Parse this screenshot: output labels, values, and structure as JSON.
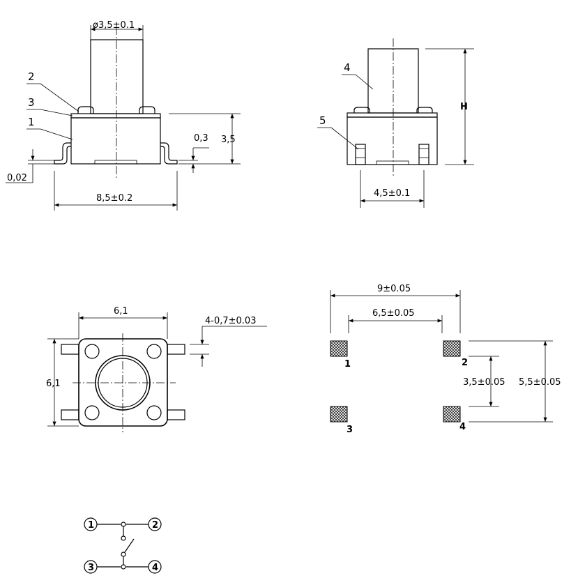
{
  "side_view": {
    "dia_stem": "ø3,5±0.1",
    "part_2": "2",
    "part_3": "3",
    "part_1": "1",
    "height_body": "3,5",
    "lead_thick": "0,3",
    "standoff": "0,02",
    "width_total": "8,5±0.2"
  },
  "front_view": {
    "part_4": "4",
    "part_5": "5",
    "height_total": "H",
    "pin_pitch": "4,5±0.1"
  },
  "top_view": {
    "body_width": "6,1",
    "body_height": "6,1",
    "pin_width": "4-0,7±0.03"
  },
  "footprint": {
    "outer_pitch_x": "9±0.05",
    "inner_pitch_x": "6,5±0.05",
    "inner_pitch_y": "3,5±0.05",
    "outer_pitch_y": "5,5±0.05",
    "pad_1": "1",
    "pad_2": "2",
    "pad_3": "3",
    "pad_4": "4"
  },
  "schematic": {
    "pin_1": "1",
    "pin_2": "2",
    "pin_3": "3",
    "pin_4": "4"
  }
}
